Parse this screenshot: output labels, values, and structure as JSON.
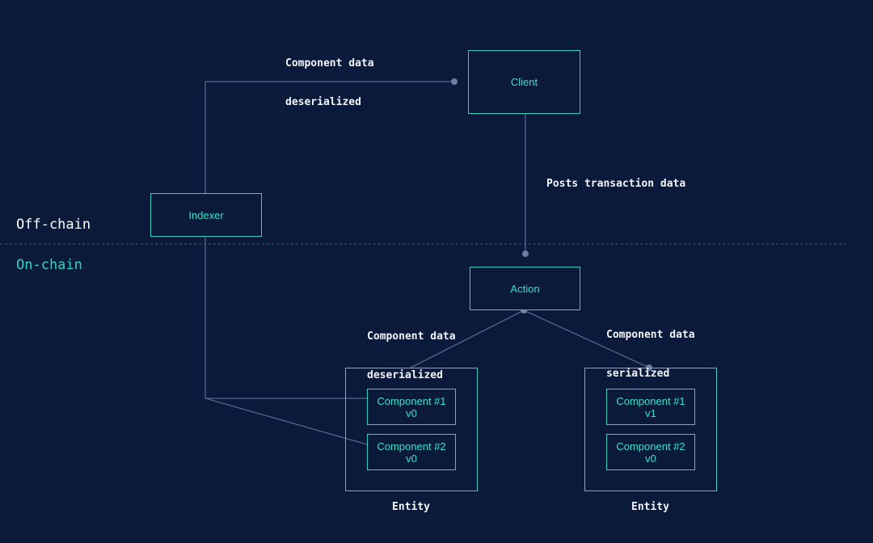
{
  "zones": {
    "off_chain": "Off-chain",
    "on_chain": "On-chain"
  },
  "nodes": {
    "client": "Client",
    "indexer": "Indexer",
    "action": "Action"
  },
  "entities": [
    {
      "label": "Entity",
      "components": [
        {
          "name": "Component #1",
          "version": "v0"
        },
        {
          "name": "Component #2",
          "version": "v0"
        }
      ]
    },
    {
      "label": "Entity",
      "components": [
        {
          "name": "Component #1",
          "version": "v1"
        },
        {
          "name": "Component #2",
          "version": "v0"
        }
      ]
    }
  ],
  "edge_labels": {
    "indexer_to_client": [
      "Component data",
      "deserialized"
    ],
    "client_to_action": "Posts transaction data",
    "action_to_entity_left": [
      "Component data",
      "deserialized"
    ],
    "action_to_entity_right": [
      "Component data",
      "serialized"
    ]
  },
  "colors": {
    "background": "#0b1a3a",
    "accent": "#2fd3bd",
    "line": "#5a6b8c",
    "dot": "#6b7fa3"
  }
}
